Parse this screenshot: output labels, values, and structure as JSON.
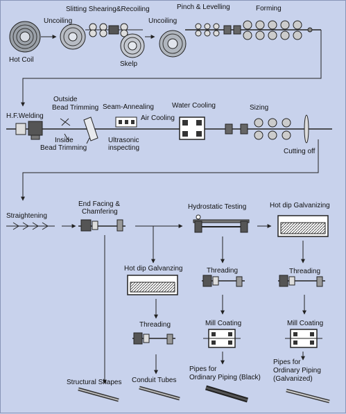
{
  "labels": {
    "uncoiling_1": "Uncoiling",
    "slitting": "Slitting Shearing&Recoiling",
    "pinch": "Pinch & Levelling",
    "forming": "Forming",
    "uncoiling_2": "Uncoiling",
    "hot_coil": "Hot Coil",
    "skelp": "Skelp",
    "hf_welding": "H.F.Welding",
    "outside_bead_1": "Outside",
    "outside_bead_2": "Bead Trimming",
    "inside_bead_1": "Inside",
    "inside_bead_2": "Bead Trimming",
    "seam_annealing": "Seam-Annealing",
    "air_cooling": "Air Cooling",
    "water_cooling": "Water Cooling",
    "sizing": "Sizing",
    "ultrasonic_1": "Ultrasonic",
    "ultrasonic_2": "inspecting",
    "cutting_off": "Cutting off",
    "straightening": "Straightening",
    "end_facing_1": "End Facing &",
    "end_facing_2": "Chamfering",
    "hydrostatic": "Hydrostatic Testing",
    "hot_dip_galv_right": "Hot dip Galvanizing",
    "hot_dip_galv_mid": "Hot dip Galvanzing",
    "threading_1": "Threading",
    "threading_2": "Threading",
    "threading_3": "Threading",
    "mill_coating_1": "Mill Coating",
    "mill_coating_2": "Mill Coating",
    "structural_shapes": "Structural Shapes",
    "conduit_tubes": "Conduit Tubes",
    "pipes_black_1": "Pipes for",
    "pipes_black_2": "Ordinary Piping (Black)",
    "pipes_galv_1": "Pipes for",
    "pipes_galv_2": "Ordinary Piping",
    "pipes_galv_3": "(Galvanized)"
  }
}
